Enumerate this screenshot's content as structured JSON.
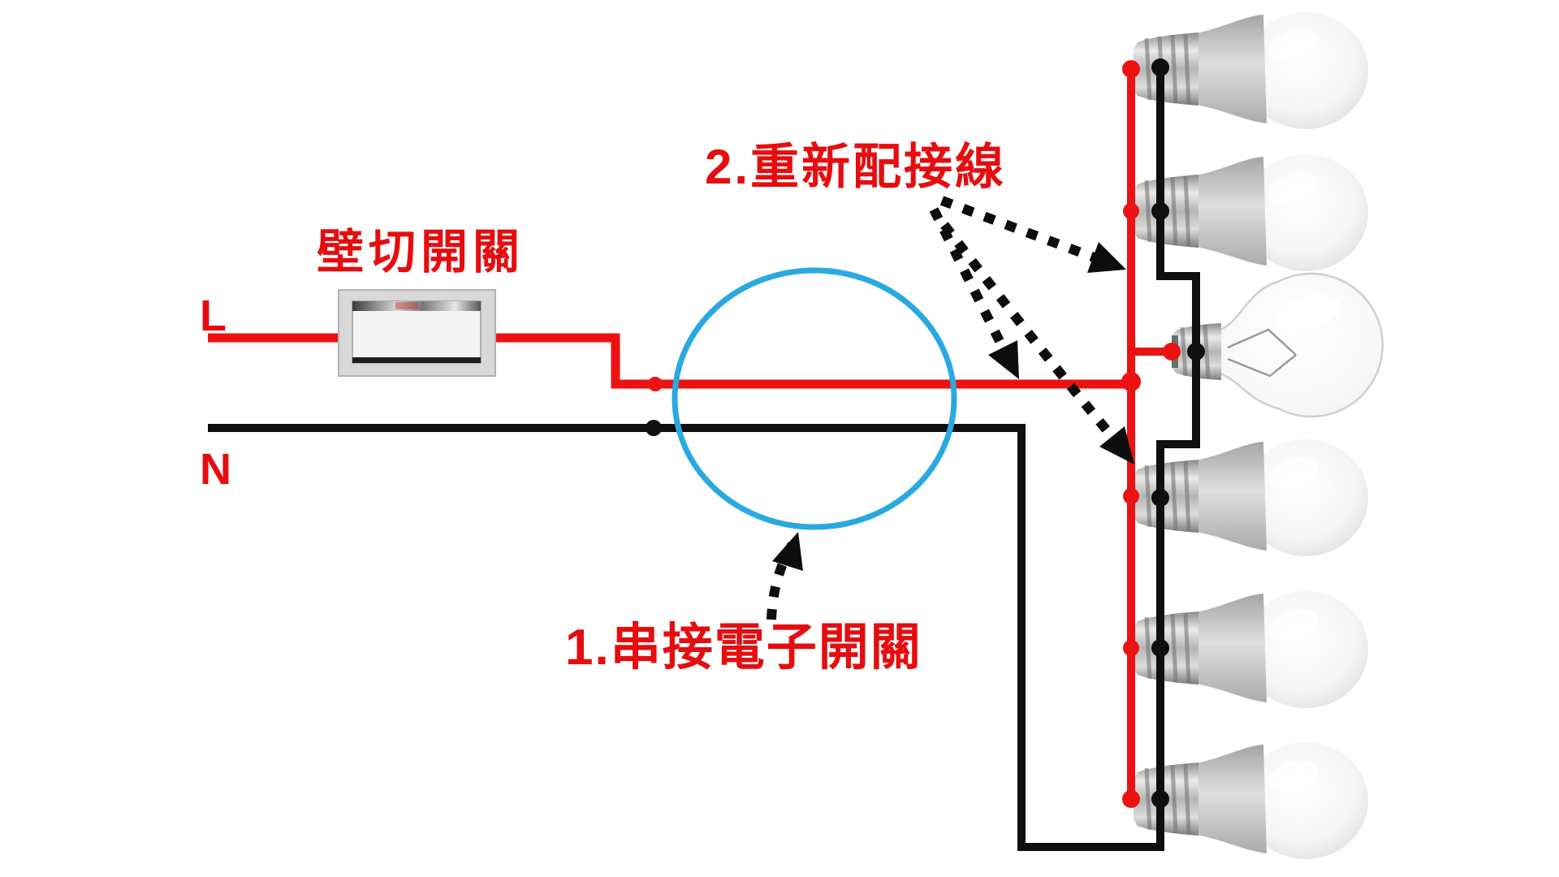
{
  "labels": {
    "live_terminal": "L",
    "neutral_terminal": "N",
    "wall_switch": "壁切開關",
    "step1": "1.串接電子開關",
    "step2": "2.重新配接線"
  },
  "colors": {
    "live_wire_red": "#ed1212",
    "neutral_wire_black": "#0f0f0f",
    "highlight_circle_blue": "#2aa9e0",
    "label_red": "#e50d10"
  },
  "components": {
    "wall_switch": "rocker-wall-switch",
    "electronic_switch_marker": "blue-circle",
    "bulbs": [
      {
        "id": 1,
        "type": "led-bulb"
      },
      {
        "id": 2,
        "type": "led-bulb"
      },
      {
        "id": 3,
        "type": "incandescent-bulb"
      },
      {
        "id": 4,
        "type": "led-bulb"
      },
      {
        "id": 5,
        "type": "led-bulb"
      },
      {
        "id": 6,
        "type": "led-bulb"
      }
    ]
  }
}
